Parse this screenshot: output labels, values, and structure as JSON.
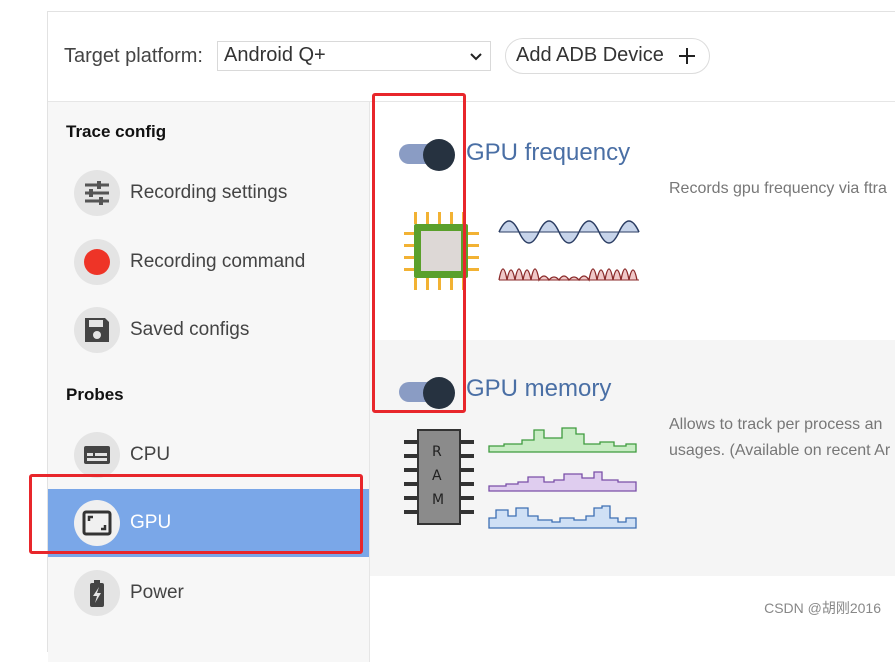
{
  "topbar": {
    "platform_label": "Target platform:",
    "platform_value": "Android Q+",
    "add_adb_label": "Add ADB Device"
  },
  "sidebar": {
    "trace_config_title": "Trace config",
    "probes_title": "Probes",
    "items": [
      {
        "label": "Recording settings",
        "icon": "sliders-icon"
      },
      {
        "label": "Recording command",
        "icon": "record-dot-icon"
      },
      {
        "label": "Saved configs",
        "icon": "floppy-disk-icon"
      },
      {
        "label": "CPU",
        "icon": "cpu-board-icon"
      },
      {
        "label": "GPU",
        "icon": "gpu-frame-icon",
        "active": true
      },
      {
        "label": "Power",
        "icon": "battery-icon"
      }
    ]
  },
  "probes": [
    {
      "title": "GPU frequency",
      "desc_line1": "Records gpu frequency via ftra",
      "enabled": true
    },
    {
      "title": "GPU memory",
      "desc_line1": "Allows to track per process an",
      "desc_line2": "usages. (Available on recent Ar",
      "enabled": true
    }
  ],
  "watermark": "CSDN @胡刚2016",
  "colors": {
    "accent": "#7aa7e8",
    "title_blue": "#4a6fa5",
    "toggle_track": "#8a9cc4",
    "toggle_knob": "#263240",
    "annotation_red": "#e8262b"
  }
}
